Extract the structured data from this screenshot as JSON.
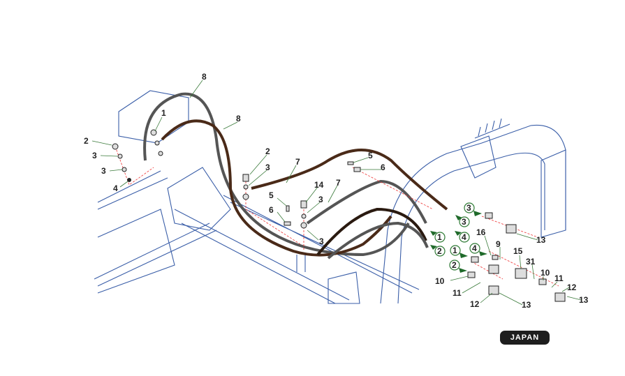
{
  "diagram": {
    "callouts": [
      "8",
      "1",
      "8",
      "2",
      "3",
      "3",
      "4",
      "2",
      "3",
      "7",
      "5",
      "6",
      "14",
      "7",
      "5",
      "3",
      "6",
      "3",
      "13",
      "16",
      "9",
      "15",
      "31",
      "10",
      "10",
      "11",
      "11",
      "12",
      "12",
      "13",
      "13"
    ],
    "port_markers": [
      "3",
      "3",
      "1",
      "4",
      "2",
      "1",
      "4",
      "2"
    ],
    "colors": {
      "frame": "#3a5ea8",
      "hose_brown": "#4a2a18",
      "hose_gray": "#555555",
      "marker": "#1f6a2a"
    }
  },
  "badge": {
    "label": "JAPAN"
  }
}
